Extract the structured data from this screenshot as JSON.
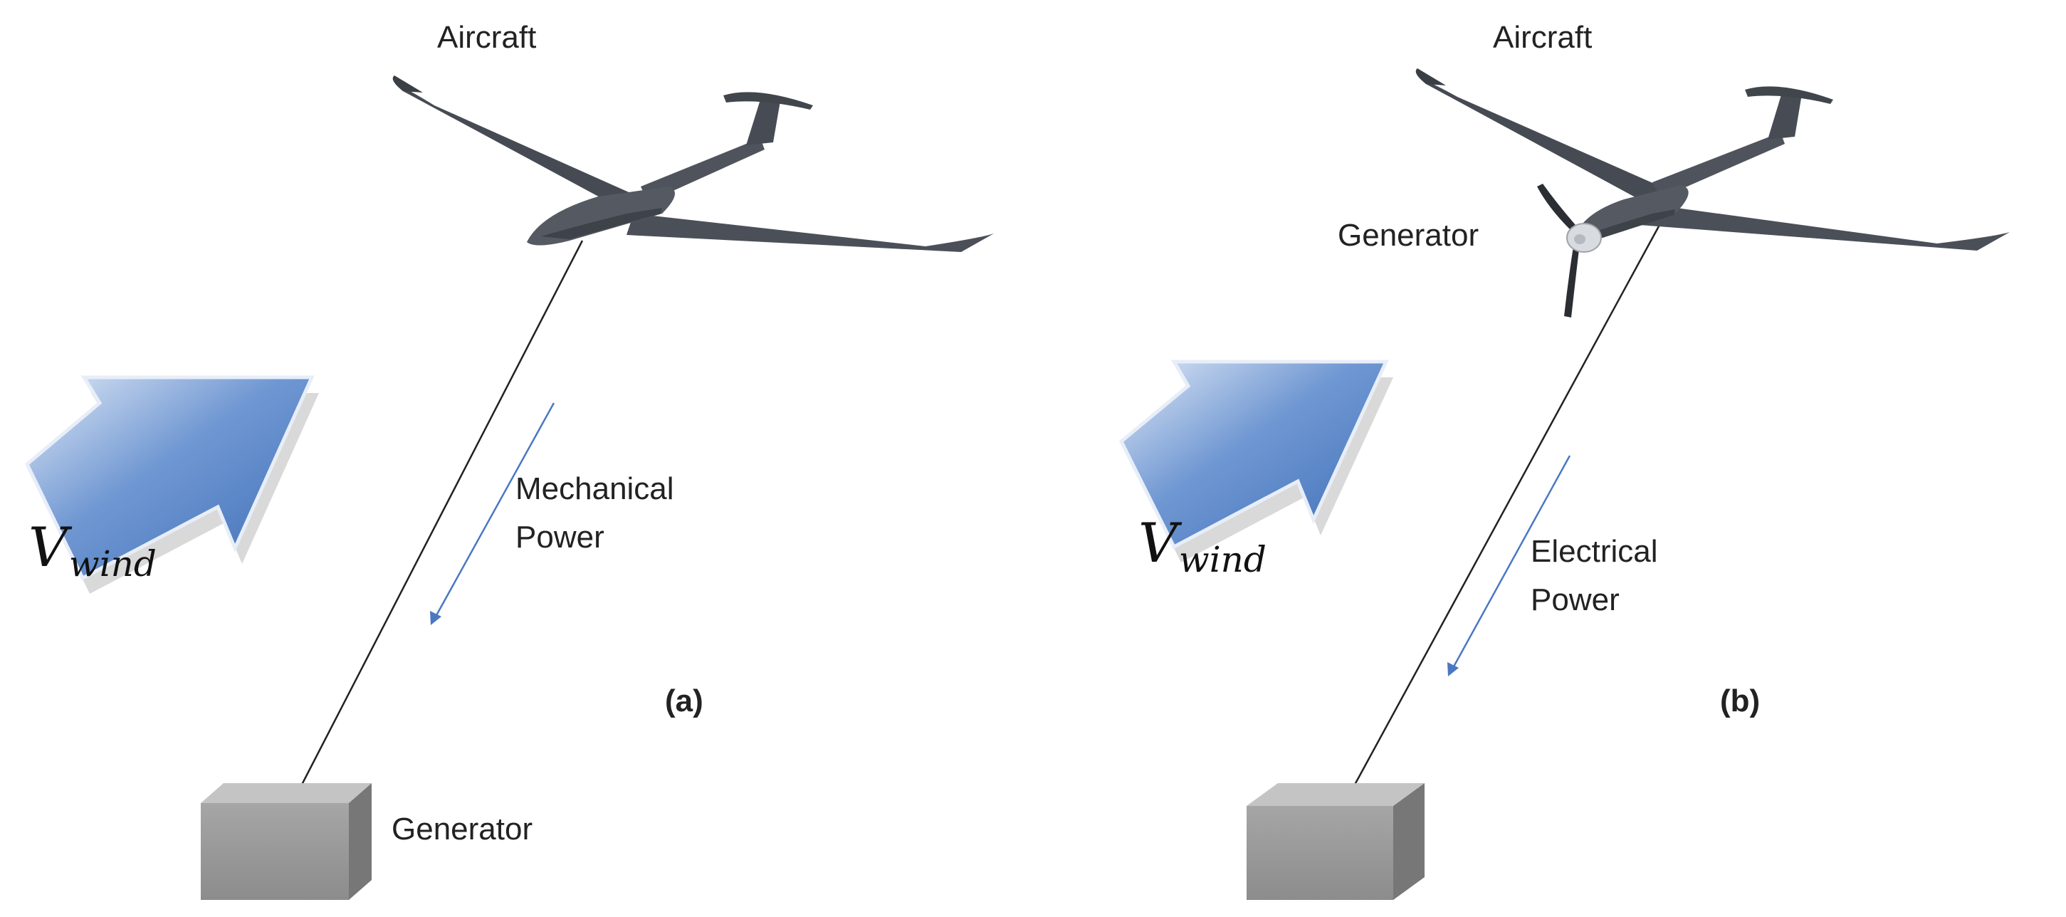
{
  "panels": [
    {
      "letter": "(a)",
      "aircraft_label": "Aircraft",
      "wind_symbol": "V",
      "wind_subscript": "wind",
      "power_label_line1": "Mechanical",
      "power_label_line2": "Power",
      "ground_label": "Generator"
    },
    {
      "letter": "(b)",
      "aircraft_label": "Aircraft",
      "onboard_label": "Generator",
      "wind_symbol": "V",
      "wind_subscript": "wind",
      "power_label_line1": "Electrical",
      "power_label_line2": "Power"
    }
  ],
  "colors": {
    "wind_arrow_blue": "#4f7fc4",
    "wind_arrow_light": "#c8d8ef",
    "aircraft_body": "#4d525a",
    "tether": "#222222",
    "power_arrow": "#4a78c2",
    "ground_box": "#9a9a9a"
  }
}
